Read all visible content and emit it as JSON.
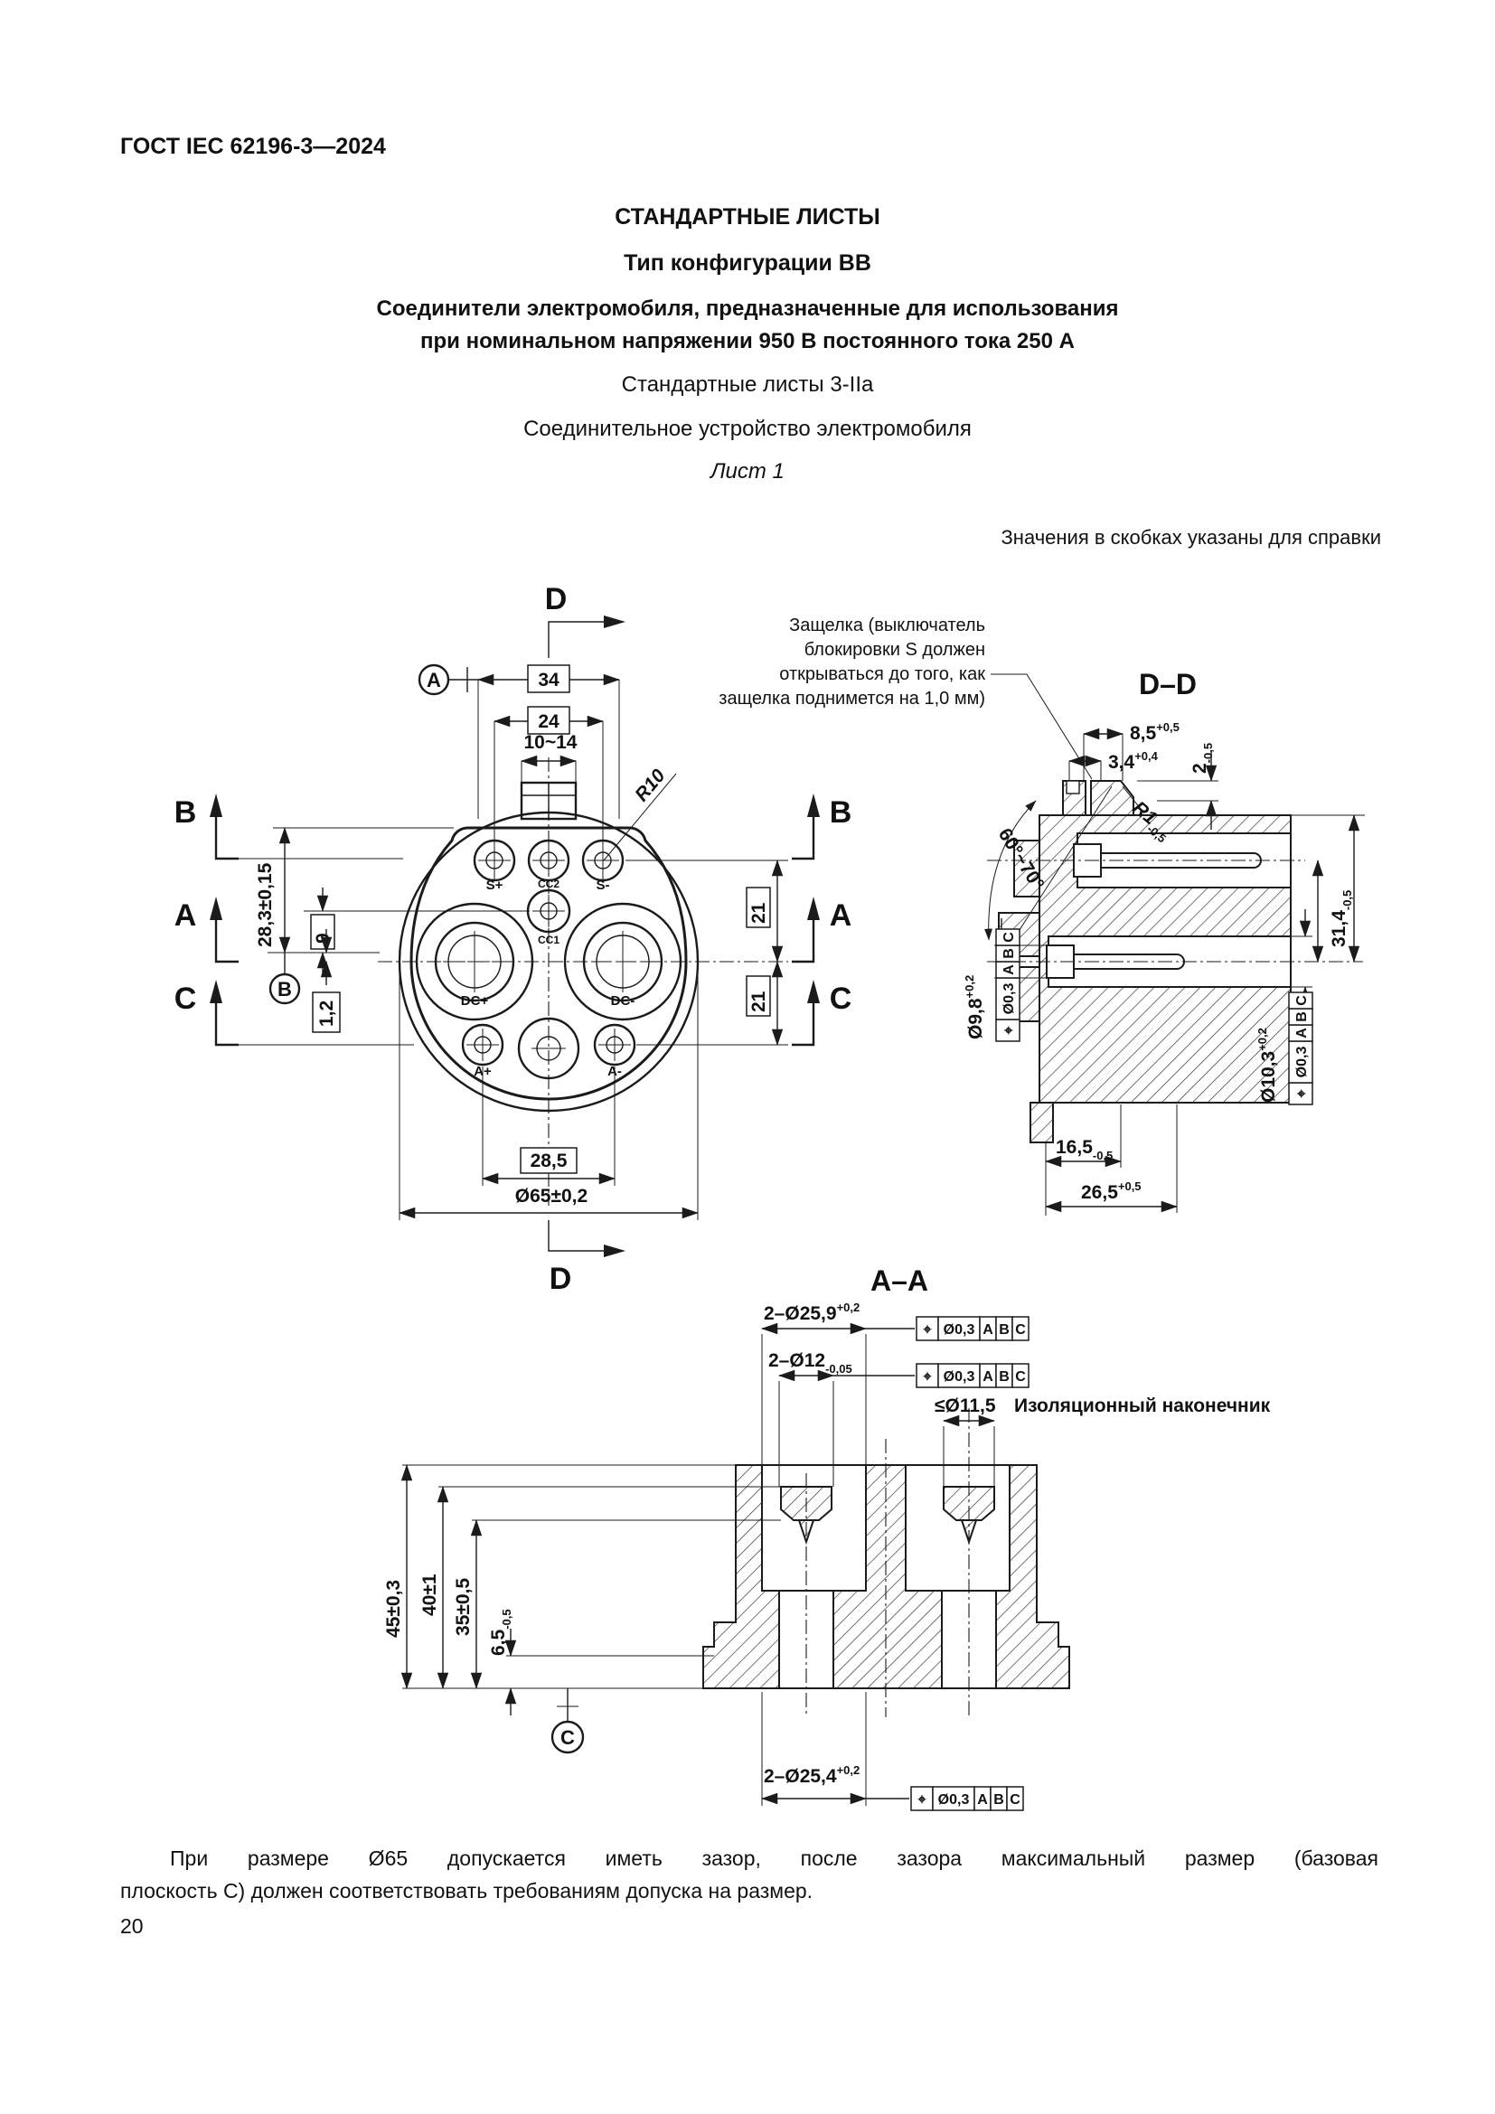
{
  "page": {
    "header": "ГОСТ IEC 62196-3—2024",
    "number": "20"
  },
  "titles": {
    "t1": "СТАНДАРТНЫЕ ЛИСТЫ",
    "t2": "Тип конфигурации ВВ",
    "t3": "Соединители электромобиля, предназначенные для использования",
    "t4": "при номинальном напряжении 950 В постоянного тока 250 А",
    "t5": "Стандартные листы 3-IIa",
    "t6": "Соединительное устройство электромобиля",
    "t7": "Лист 1",
    "ref_note": "Значения в скобках указаны для справки"
  },
  "sections": {
    "d": "D",
    "b": "B",
    "a": "A",
    "c": "C"
  },
  "datums": {
    "a": "A",
    "b": "B",
    "c": "C"
  },
  "front": {
    "pins": {
      "s_plus": "S+",
      "cc2": "CC2",
      "s_minus": "S-",
      "cc1": "CC1",
      "dc_plus": "DC+",
      "dc_minus": "DC-",
      "a_plus": "A+",
      "a_minus": "A-"
    },
    "dims": {
      "w34": "34",
      "w24": "24",
      "key": "10~14",
      "r10": "R10",
      "h283": "28,3±0,15",
      "h9": "9",
      "h12": "1,2",
      "v21a": "21",
      "v21b": "21",
      "w285": "28,5",
      "d65": "Ø65±0,2"
    }
  },
  "dd": {
    "title": "D–D",
    "latch_note": {
      "l1": "Защелка (выключатель",
      "l2": "блокировки S должен",
      "l3": "открываться до того, как",
      "l4": "защелка поднимется на 1,0 мм)"
    },
    "dims": {
      "d85": {
        "v": "8,5",
        "t": "+0,5"
      },
      "d34": {
        "v": "3,4",
        "t": "+0,4"
      },
      "d2": {
        "v": "2",
        "t": "-0,5"
      },
      "r1": {
        "v": "R1",
        "t": "-0,5"
      },
      "angle": "60°~70°",
      "d314": {
        "v": "31,4",
        "t": "-0,5"
      },
      "d98": {
        "v": "Ø9,8",
        "t": "+0,2"
      },
      "d103": {
        "v": "Ø10,3",
        "t": "+0,2"
      },
      "d165": {
        "v": "16,5",
        "t": "-0,5"
      },
      "d265": {
        "v": "26,5",
        "t": "+0,5"
      }
    }
  },
  "aa": {
    "title": "А–А",
    "dims": {
      "d259": {
        "v": "2–Ø25,9",
        "t": "+0,2"
      },
      "d12": {
        "v": "2–Ø12",
        "t": "-0,05"
      },
      "d115": "≤Ø11,5",
      "insul": "Изоляционный наконечник",
      "d45": "45±0,3",
      "d40": "40±1",
      "d35": "35±0,5",
      "d65t": {
        "v": "6,5",
        "t": "-0,5"
      },
      "d254": {
        "v": "2–Ø25,4",
        "t": "+0,2"
      }
    }
  },
  "gdt": {
    "sym": "⌖",
    "tol": "Ø0,3",
    "a": "A",
    "b": "B",
    "c": "C"
  },
  "footer": {
    "line1": "При размере Ø65 допускается иметь зазор, после зазора максимальный размер (базовая",
    "line2": "плоскость C) должен соответствовать требованиям допуска на размер."
  }
}
